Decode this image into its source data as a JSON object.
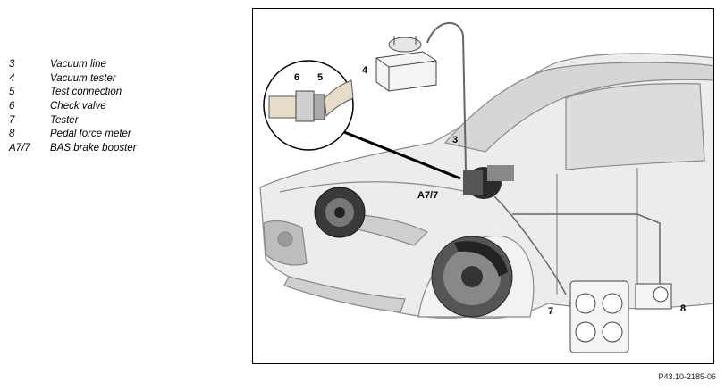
{
  "legend": [
    {
      "key": "3",
      "label": "Vacuum line"
    },
    {
      "key": "4",
      "label": "Vacuum tester"
    },
    {
      "key": "5",
      "label": "Test connection"
    },
    {
      "key": "6",
      "label": "Check valve"
    },
    {
      "key": "7",
      "label": "Tester"
    },
    {
      "key": "8",
      "label": "Pedal force meter"
    },
    {
      "key": "A7/7",
      "label": "BAS brake booster"
    }
  ],
  "callouts": {
    "c3": "3",
    "c4": "4",
    "c5": "5",
    "c6": "6",
    "c7": "7",
    "c8": "8",
    "cA77": "A7/7"
  },
  "figure_ref": "P43.10-2185-06"
}
